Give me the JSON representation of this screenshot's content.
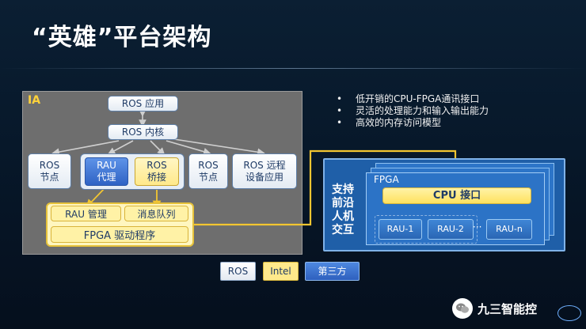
{
  "title": "“英雄”平台架构",
  "ia": {
    "label": "IA",
    "ros_app": "ROS 应用",
    "ros_kernel": "ROS 内核",
    "ros_node_left_1": "ROS",
    "ros_node_left_2": "节点",
    "rau_agent_1": "RAU",
    "rau_agent_2": "代理",
    "ros_bridge_1": "ROS",
    "ros_bridge_2": "桥接",
    "ros_node_right_1": "ROS",
    "ros_node_right_2": "节点",
    "ros_remote_1": "ROS 远程",
    "ros_remote_2": "设备应用",
    "rau_manager": "RAU 管理",
    "msg_queue": "消息队列",
    "fpga_driver": "FPGA 驱动程序"
  },
  "bullets": [
    "低开销的CPU-FPGA通讯接口",
    "灵活的处理能力和输入输出能力",
    "高效的内存访问模型"
  ],
  "bullet_glyph": "•",
  "fpga": {
    "side_label_1": "支持",
    "side_label_2": "前沿",
    "side_label_3": "人机",
    "side_label_4": "交互",
    "label": "FPGA",
    "cpu_interface": "CPU 接口",
    "rau_1": "RAU-1",
    "rau_2": "RAU-2",
    "ellipsis": "···",
    "rau_n": "RAU-n"
  },
  "legend": {
    "ros": "ROS",
    "intel": "Intel",
    "third_party": "第三方"
  },
  "watermark": {
    "text": "九三智能控",
    "icon": "wechat-icon"
  },
  "colors": {
    "background": "#07182a",
    "ia_panel": "#6e6e6e",
    "accent_yellow": "#ffd23a",
    "fpga_blue": "#1f5fa8",
    "third_party_blue": "#2e60be"
  }
}
